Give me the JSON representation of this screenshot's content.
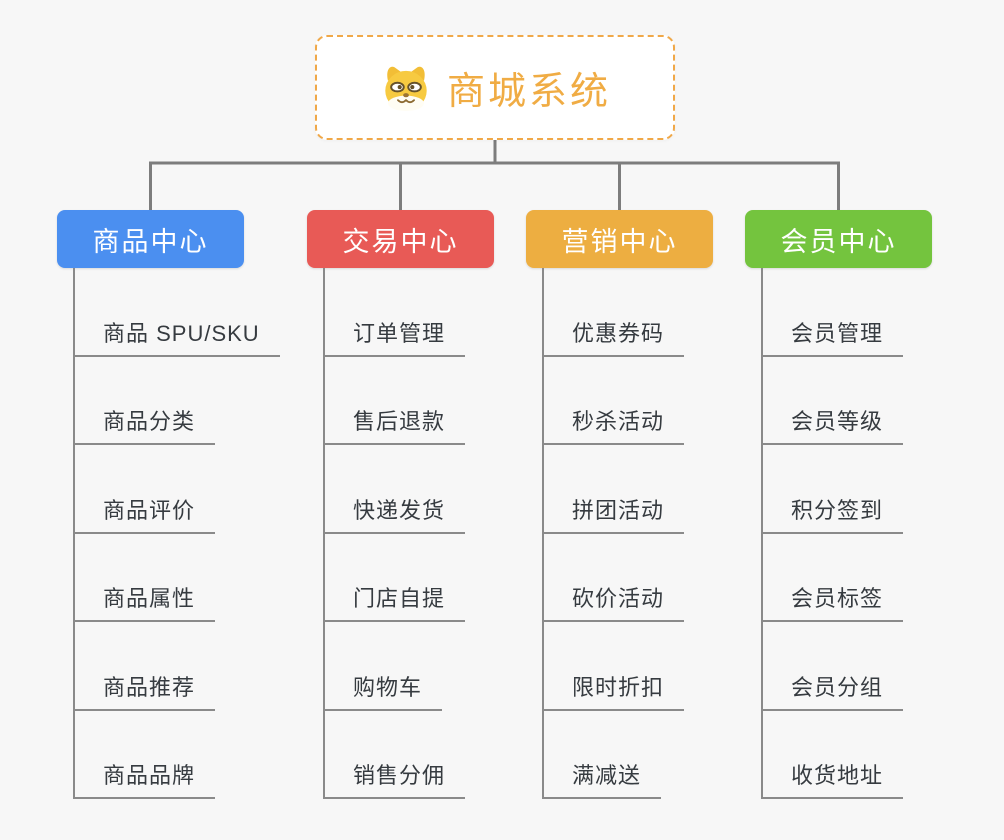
{
  "root": {
    "title": "商城系统",
    "icon": "dog-face-icon"
  },
  "branches": [
    {
      "label": "商品中心",
      "color": "#4b8ff0",
      "children": [
        "商品 SPU/SKU",
        "商品分类",
        "商品评价",
        "商品属性",
        "商品推荐",
        "商品品牌"
      ]
    },
    {
      "label": "交易中心",
      "color": "#e85a56",
      "children": [
        "订单管理",
        "售后退款",
        "快递发货",
        "门店自提",
        "购物车",
        "销售分佣"
      ]
    },
    {
      "label": "营销中心",
      "color": "#edae41",
      "children": [
        "优惠券码",
        "秒杀活动",
        "拼团活动",
        "砍价活动",
        "限时折扣",
        "满减送"
      ]
    },
    {
      "label": "会员中心",
      "color": "#74c43e",
      "children": [
        "会员管理",
        "会员等级",
        "积分签到",
        "会员标签",
        "会员分组",
        "收货地址"
      ]
    }
  ],
  "colors": {
    "background": "#f7f7f7",
    "connector": "#7d7d7d",
    "subtopic_line": "#8a8a8a",
    "subtopic_text": "#363b40",
    "root_text": "#f0ac44",
    "root_border": "#f0a848"
  }
}
